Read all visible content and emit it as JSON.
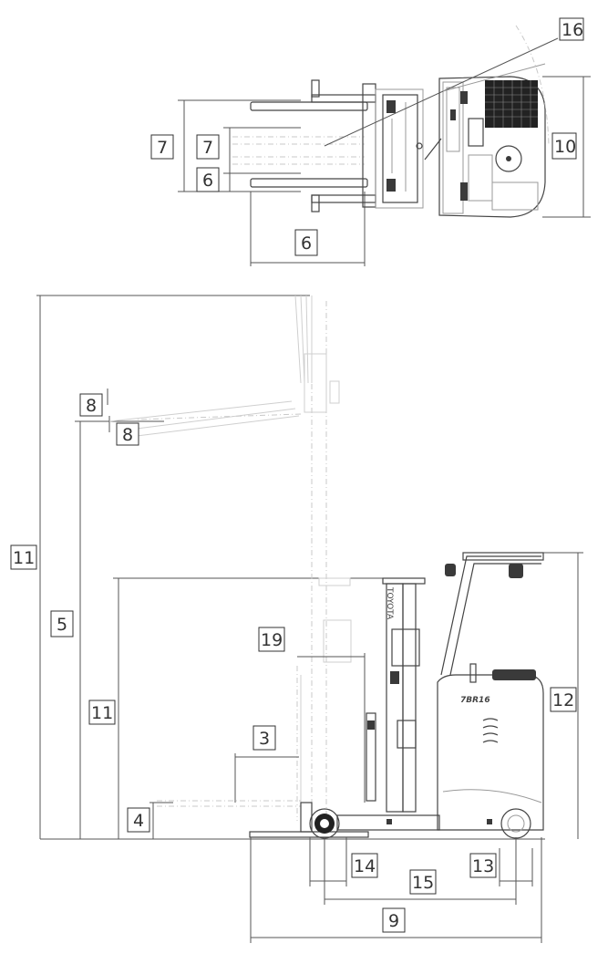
{
  "labels": {
    "l16": "16",
    "l7a": "7",
    "l7b": "7",
    "l10": "10",
    "l6a": "6",
    "l6b": "6",
    "l8a": "8",
    "l8b": "8",
    "l11a": "11",
    "l5": "5",
    "l11b": "11",
    "l12": "12",
    "l19": "19",
    "l3": "3",
    "l4": "4",
    "l14": "14",
    "l13": "13",
    "l15": "15",
    "l9": "9"
  },
  "truck": {
    "mast_text": "TOYOTA",
    "model_text": "7BR16"
  },
  "colors": {
    "line": "#9a9a9a",
    "dark": "#3a3a3a",
    "ghost": "#c9c9c9"
  }
}
